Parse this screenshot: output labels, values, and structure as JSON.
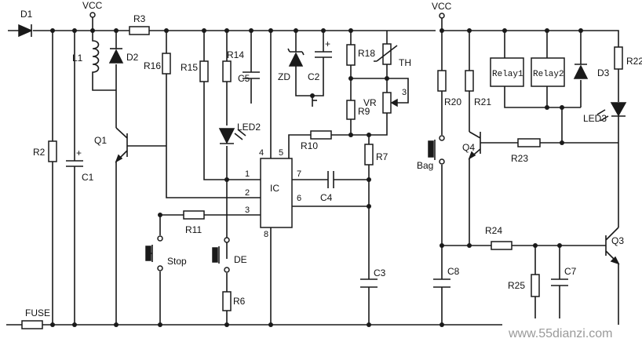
{
  "labels": {
    "vcc_left": "VCC",
    "vcc_right": "VCC",
    "d1": "D1",
    "d2": "D2",
    "d3": "D3",
    "l1": "L1",
    "r2": "R2",
    "r3": "R3",
    "r6": "R6",
    "r7": "R7",
    "r9": "R9",
    "r10": "R10",
    "r11": "R11",
    "r14": "R14",
    "r15": "R15",
    "r16": "R16",
    "r18": "R18",
    "r20": "R20",
    "r21": "R21",
    "r22": "R22",
    "r23": "R23",
    "r24": "R24",
    "r25": "R25",
    "c1": "C1",
    "c2": "C2",
    "c3": "C3",
    "c4": "C4",
    "c5": "C5",
    "c7": "C7",
    "c8": "C8",
    "q1": "Q1",
    "q3": "Q3",
    "q4": "Q4",
    "zd": "ZD",
    "th": "TH",
    "vr": "VR",
    "vr_pin": "3",
    "led2": "LED2",
    "led3": "LED3",
    "relay1": "Relay1",
    "relay2": "Relay2",
    "ic": "IC",
    "ic_pin1": "1",
    "ic_pin2": "2",
    "ic_pin3": "3",
    "ic_pin4": "4",
    "ic_pin5": "5",
    "ic_pin6": "6",
    "ic_pin7": "7",
    "ic_pin8": "8",
    "stop": "Stop",
    "de": "DE",
    "bag": "Bag",
    "fuse": "FUSE",
    "plus_c1": "+",
    "plus_c2": "+"
  },
  "watermark": "www.55dianzi.com"
}
